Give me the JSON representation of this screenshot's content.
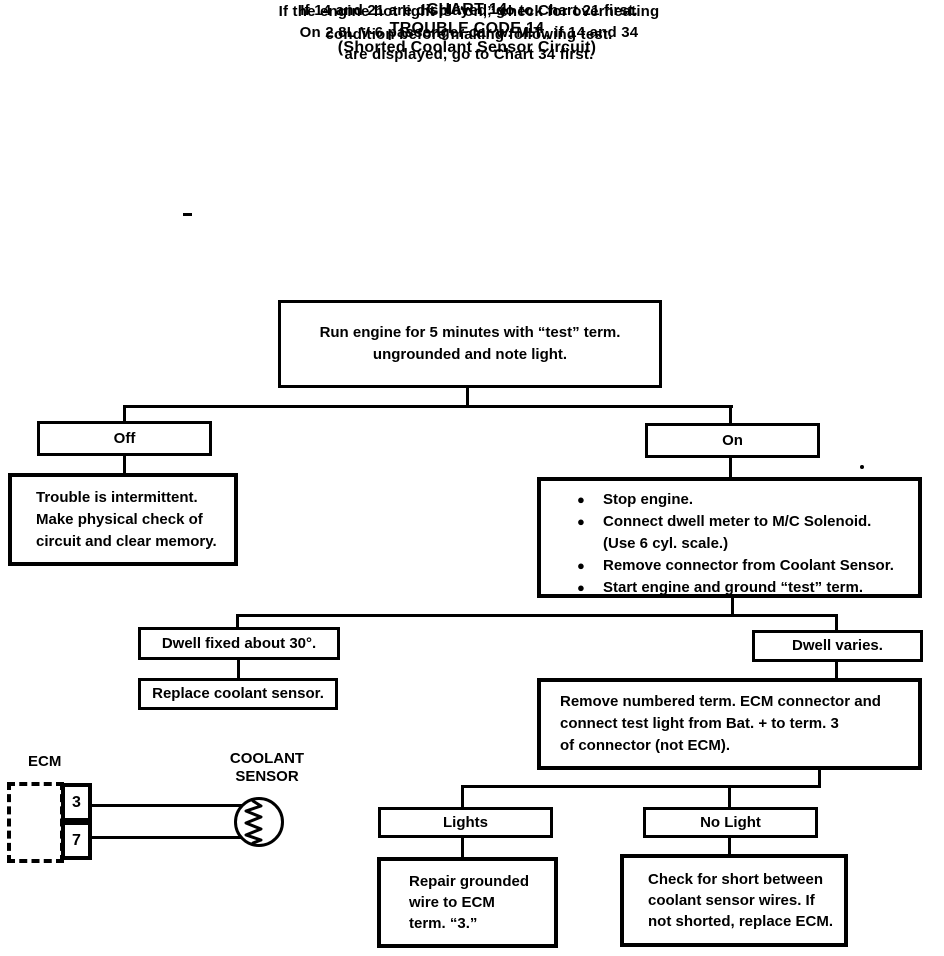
{
  "colors": {
    "ink": "#000000",
    "paper": "#ffffff"
  },
  "header": {
    "title": "CHART 14\nTROUBLE CODE 14\n(Shorted Coolant Sensor Circuit)"
  },
  "notes": {
    "priority": "If 14 and 21 are displayed, go to Chart 21 first.\nOn 2.8L V-6 passenger car w. M.T., if 14 and 34\nare displayed, go to Chart 34 first.",
    "warning": "If the engine hot light is “on,” check for overheating\ncondition before making following test."
  },
  "flow": {
    "start": "Run engine for 5 minutes with “test” term.\nungrounded and note light.",
    "off": {
      "label": "Off",
      "action": "Trouble is intermittent.\nMake physical check of\ncircuit and clear memory."
    },
    "on": {
      "label": "On",
      "steps": [
        {
          "bullet": "●",
          "text": "Stop engine."
        },
        {
          "bullet": "●",
          "text": "Connect dwell meter to M/C Solenoid."
        },
        {
          "bullet": "",
          "text": "(Use 6 cyl. scale.)"
        },
        {
          "bullet": "●",
          "text": "Remove connector from Coolant Sensor."
        },
        {
          "bullet": "●",
          "text": "Start engine and ground “test” term."
        }
      ]
    },
    "dwell_fixed": {
      "label": "Dwell fixed about 30°.",
      "action": "Replace coolant sensor."
    },
    "dwell_varies": {
      "label": "Dwell varies.",
      "action": "Remove numbered term. ECM connector and\nconnect test light from Bat. + to term. 3\nof connector (not ECM)."
    },
    "lights": {
      "label": "Lights",
      "action": "Repair grounded\nwire to ECM\nterm. “3.”"
    },
    "no_light": {
      "label": "No Light",
      "action": "Check for short between\ncoolant sensor wires. If\nnot shorted, replace ECM."
    }
  },
  "schematic": {
    "ecm_label": "ECM",
    "terminal_top": "3",
    "terminal_bottom": "7",
    "sensor_label": "COOLANT\nSENSOR"
  }
}
